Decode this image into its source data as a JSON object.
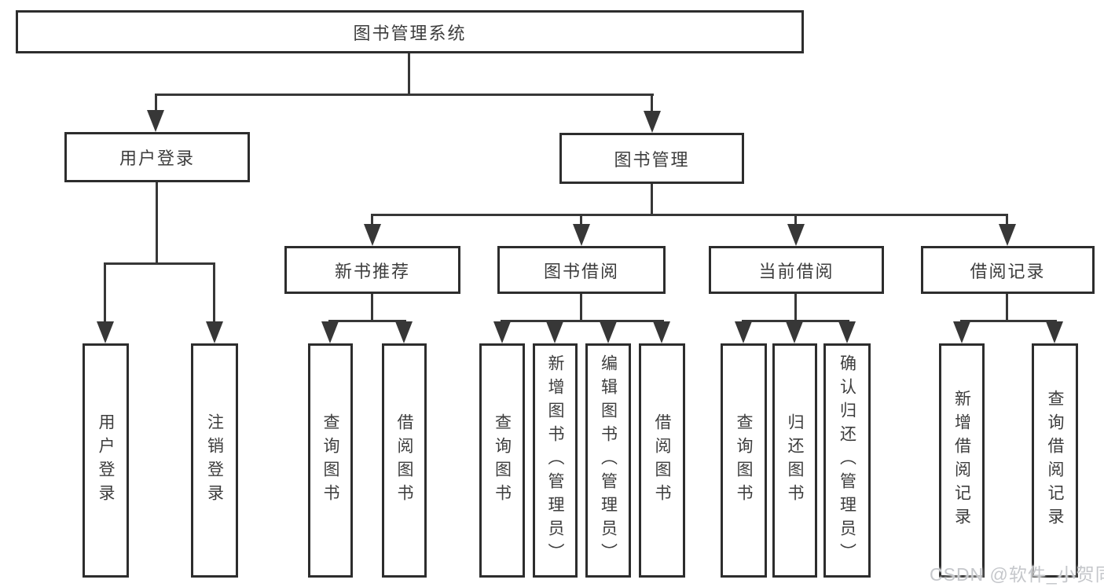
{
  "diagram": {
    "root": {
      "label": "图书管理系统"
    },
    "level1": [
      {
        "label": "用户登录"
      },
      {
        "label": "图书管理"
      }
    ],
    "level2": [
      {
        "label": "新书推荐"
      },
      {
        "label": "图书借阅"
      },
      {
        "label": "当前借阅"
      },
      {
        "label": "借阅记录"
      }
    ],
    "leaves": {
      "user": [
        {
          "label": "用户登录"
        },
        {
          "label": "注销登录"
        }
      ],
      "newbook": [
        {
          "label": "查询图书"
        },
        {
          "label": "借阅图书"
        }
      ],
      "borrow": [
        {
          "label": "查询图书"
        },
        {
          "label": "新增图书（管理员）"
        },
        {
          "label": "编辑图书（管理员）"
        },
        {
          "label": "借阅图书"
        }
      ],
      "current": [
        {
          "label": "查询图书"
        },
        {
          "label": "归还图书"
        },
        {
          "label": "确认归还（管理员）"
        }
      ],
      "records": [
        {
          "label": "新增借阅记录"
        },
        {
          "label": "查询借阅记录"
        }
      ]
    }
  },
  "watermark": {
    "text": "CSDN @软件_小贺同学"
  },
  "colors": {
    "background": "#ffffff",
    "box_border": "#2d2d2d",
    "box_text": "#3d3d3d",
    "line": "#373737",
    "watermark": "#c5c7cb"
  }
}
